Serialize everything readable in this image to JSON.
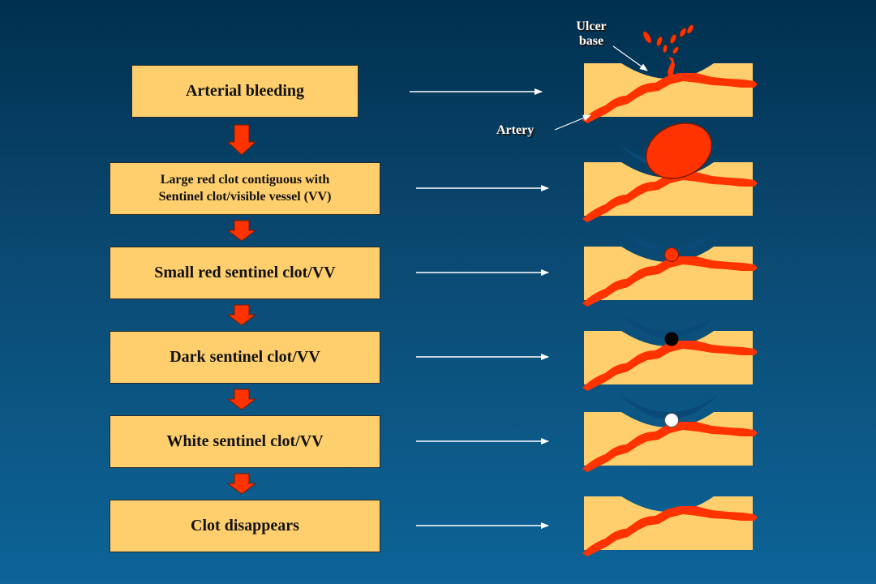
{
  "stages": [
    {
      "label": "Arterial bleeding",
      "clot": "active-bleeding"
    },
    {
      "label_lines": [
        "Large red clot contiguous with",
        "Sentinel clot/visible vessel (VV)"
      ],
      "clot": "large-red"
    },
    {
      "label": "Small red sentinel clot/VV",
      "clot": "small-red"
    },
    {
      "label": "Dark sentinel clot/VV",
      "clot": "dark"
    },
    {
      "label": "White sentinel clot/VV",
      "clot": "white"
    },
    {
      "label": "Clot disappears",
      "clot": "none"
    }
  ],
  "callouts": {
    "ulcer_base_line1": "Ulcer",
    "ulcer_base_line2": "base",
    "artery": "Artery"
  },
  "colors": {
    "box_fill": "#ffcf6e",
    "tissue": "#ffcf6e",
    "artery": "#ff3300",
    "crater": "#0a4a78",
    "arrow": "#ffffff",
    "down_arrow": "#ff3300",
    "dark_clot": "#000000",
    "white_clot": "#ffffff"
  }
}
